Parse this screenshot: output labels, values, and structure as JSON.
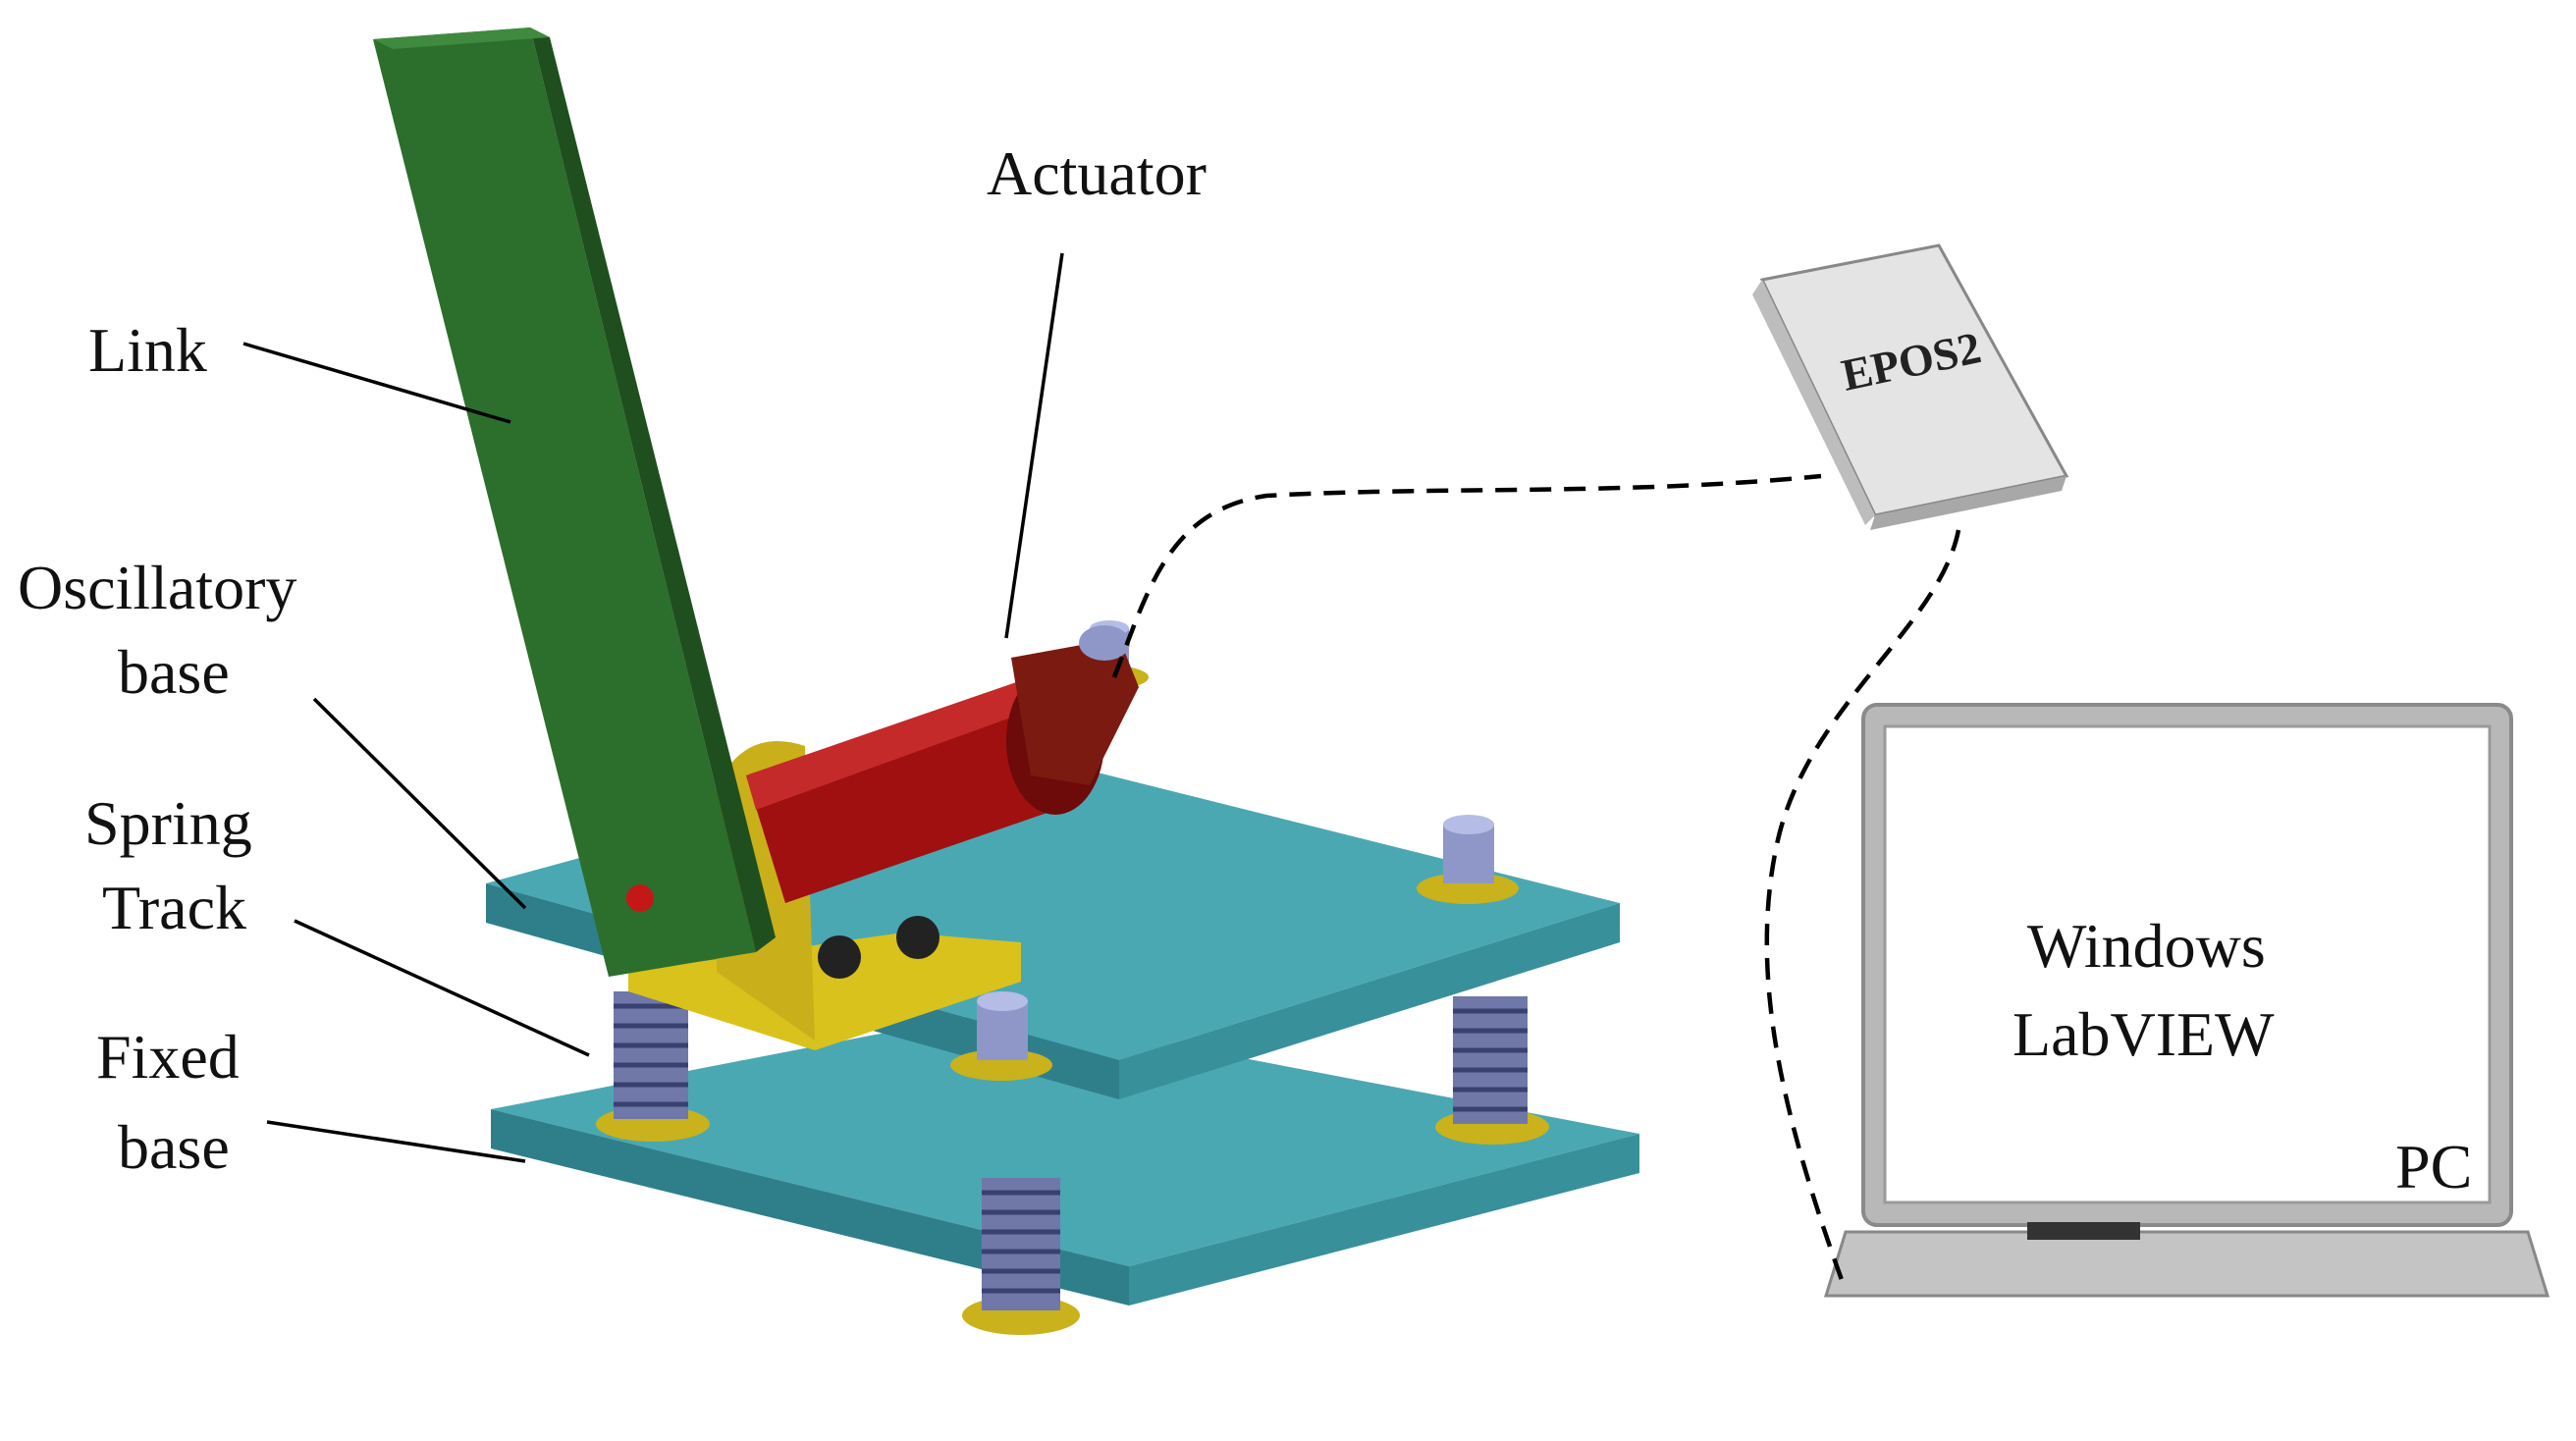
{
  "labels": {
    "link": "Link",
    "actuator": "Actuator",
    "oscillatory_base_line1": "Oscillatory",
    "oscillatory_base_line2": "base",
    "spring_track_line1": "Spring",
    "spring_track_line2": "Track",
    "fixed_base_line1": "Fixed",
    "fixed_base_line2": "base",
    "controller": "EPOS2",
    "screen_line1": "Windows",
    "screen_line2": "LabVIEW",
    "pc": "PC"
  },
  "colors": {
    "link_green": "#2c6e2c",
    "plate_teal": "#3f9aa5",
    "actuator_red": "#a01010",
    "bracket_yellow": "#d9c21b",
    "spring_blue": "#6f78a8",
    "laptop_gray": "#b8b8b8"
  }
}
